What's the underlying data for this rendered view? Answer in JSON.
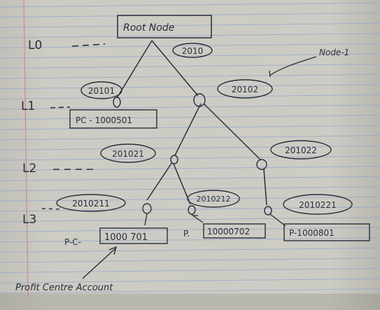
{
  "levels": [
    {
      "label": "L0"
    },
    {
      "label": "L1"
    },
    {
      "label": "L2"
    },
    {
      "label": "L3"
    }
  ],
  "root": {
    "label": "Root Node"
  },
  "annotation": {
    "label": "Node-1"
  },
  "nodes": {
    "n2010": "2010",
    "n20101": "20101",
    "n20102": "20102",
    "n201021": "201021",
    "n201022": "201022",
    "n2010211": "2010211",
    "n2010212": "2010212",
    "n2010221": "2010221"
  },
  "accounts": {
    "a20101": "PC - 1000501",
    "a2010211_prefix": "P-C-",
    "a2010211_value": "1000 701",
    "a2010212_prefix": "P.",
    "a2010212_value": "10000702",
    "a2010221": "P-1000801"
  },
  "footnote": {
    "label": "Profit Centre Account"
  },
  "colors": {
    "ink": "#2b2d3a",
    "rule_blue": "#8fa6cc",
    "margin_red": "#c78484"
  }
}
